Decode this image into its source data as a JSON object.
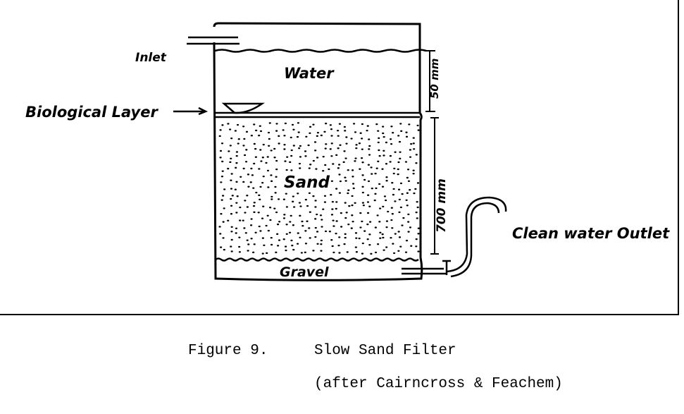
{
  "diagram": {
    "labels": {
      "inlet": "Inlet",
      "water": "Water",
      "biological_layer": "Biological Layer",
      "sand": "Sand",
      "gravel": "Gravel",
      "outlet": "Clean water Outlet",
      "dim_water": "50 mm",
      "dim_sand": "700 mm"
    }
  },
  "caption": {
    "figure": "Figure 9.",
    "title": "Slow Sand Filter",
    "source": "(after Cairncross & Feachem)"
  }
}
